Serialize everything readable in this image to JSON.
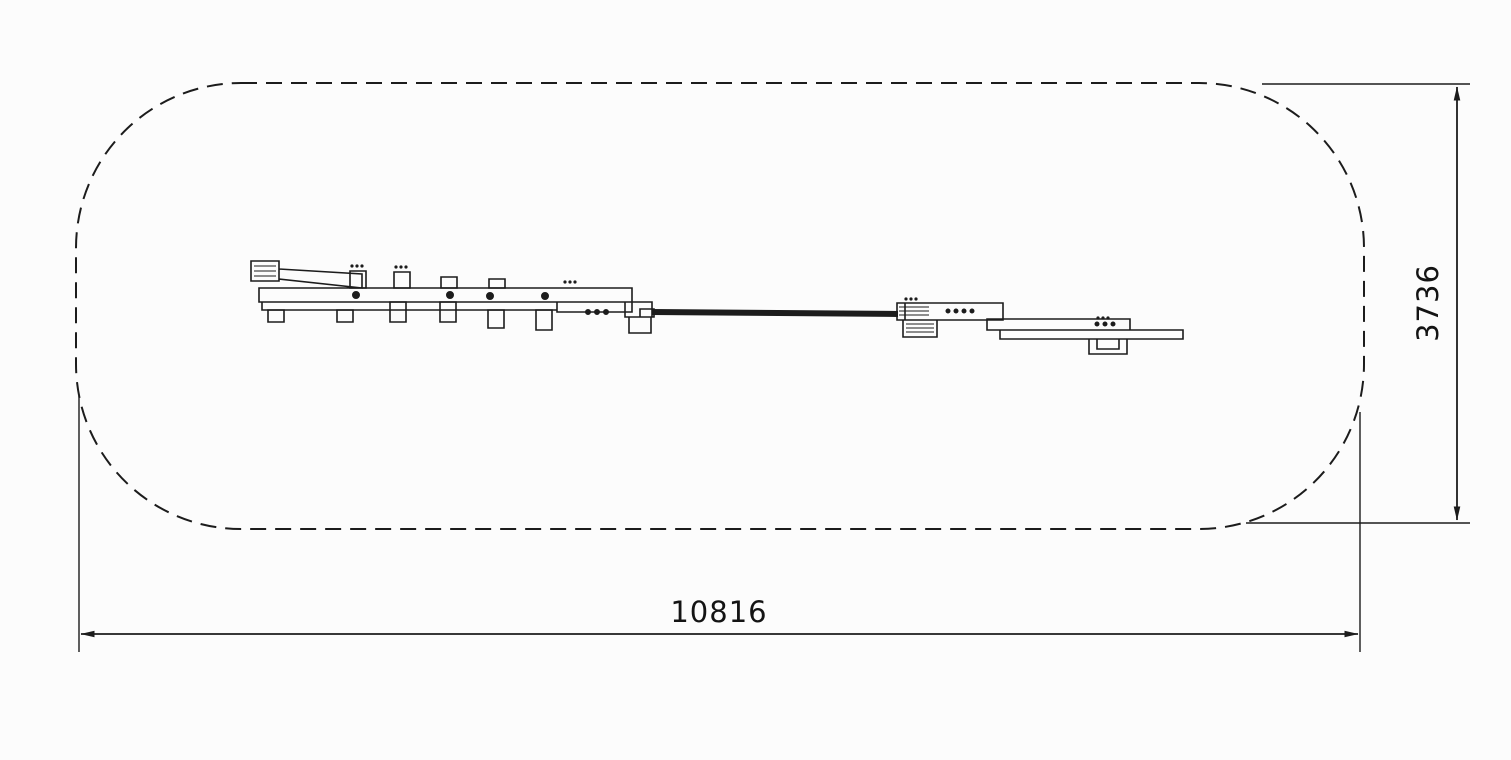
{
  "page": {
    "background": "#fcfcfc",
    "line_color": "#1c1c1c"
  },
  "drawing": {
    "safety_zone": {
      "outline_style": "dashed rounded rectangle"
    },
    "dimensions": {
      "width": {
        "label": "10816"
      },
      "height": {
        "label": "3736"
      }
    }
  }
}
